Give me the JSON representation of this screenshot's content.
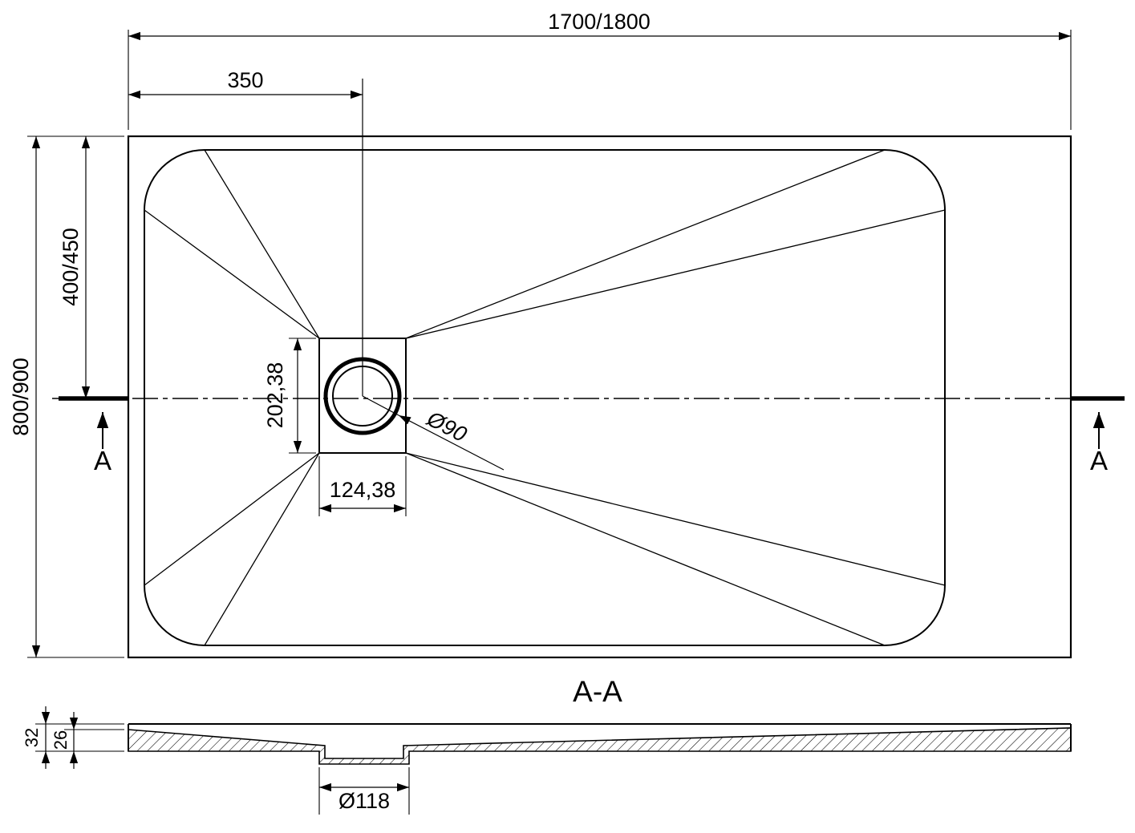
{
  "drawing": {
    "plan": {
      "overall_width": "1700/1800",
      "drain_offset_x": "350",
      "drain_offset_y": "400/450",
      "overall_depth": "800/900",
      "drain_box_height": "202,38",
      "drain_box_width": "124,38",
      "drain_diameter": "Ø90",
      "cut_label_left": "A",
      "cut_label_right": "A"
    },
    "section": {
      "title": "A-A",
      "rim_height": "32",
      "basin_depth": "26",
      "drain_pocket_diameter": "Ø118"
    },
    "colors": {
      "line": "#000000",
      "background": "#ffffff"
    }
  }
}
